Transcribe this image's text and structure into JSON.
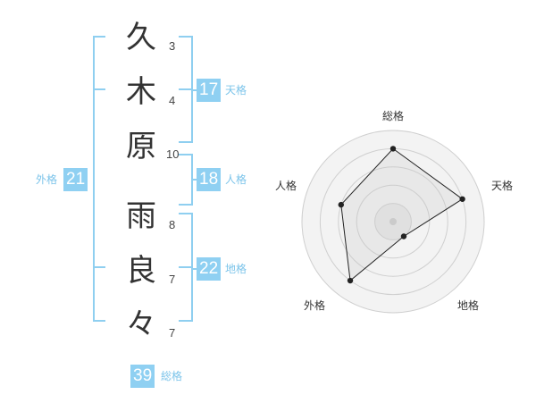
{
  "name_chars": [
    {
      "char": "久",
      "strokes": "3"
    },
    {
      "char": "木",
      "strokes": "4"
    },
    {
      "char": "原",
      "strokes": "10"
    },
    {
      "char": "雨",
      "strokes": "8"
    },
    {
      "char": "良",
      "strokes": "7"
    },
    {
      "char": "々",
      "strokes": "7"
    }
  ],
  "fortune": {
    "tenkaku": {
      "value": "17",
      "label": "天格"
    },
    "jinkaku": {
      "value": "18",
      "label": "人格"
    },
    "chikaku": {
      "value": "22",
      "label": "地格"
    },
    "gaikaku": {
      "value": "21",
      "label": "外格"
    },
    "soukaku": {
      "value": "39",
      "label": "総格"
    }
  },
  "colors": {
    "accent": "#8fd0f2",
    "bracket": "#8fcff0",
    "label": "#7cc4ea"
  },
  "chart_data": {
    "type": "radar",
    "axes": [
      "総格",
      "天格",
      "地格",
      "外格",
      "人格"
    ],
    "values": [
      4,
      4,
      1,
      4,
      3
    ],
    "rmax": 5,
    "rings": 5
  }
}
